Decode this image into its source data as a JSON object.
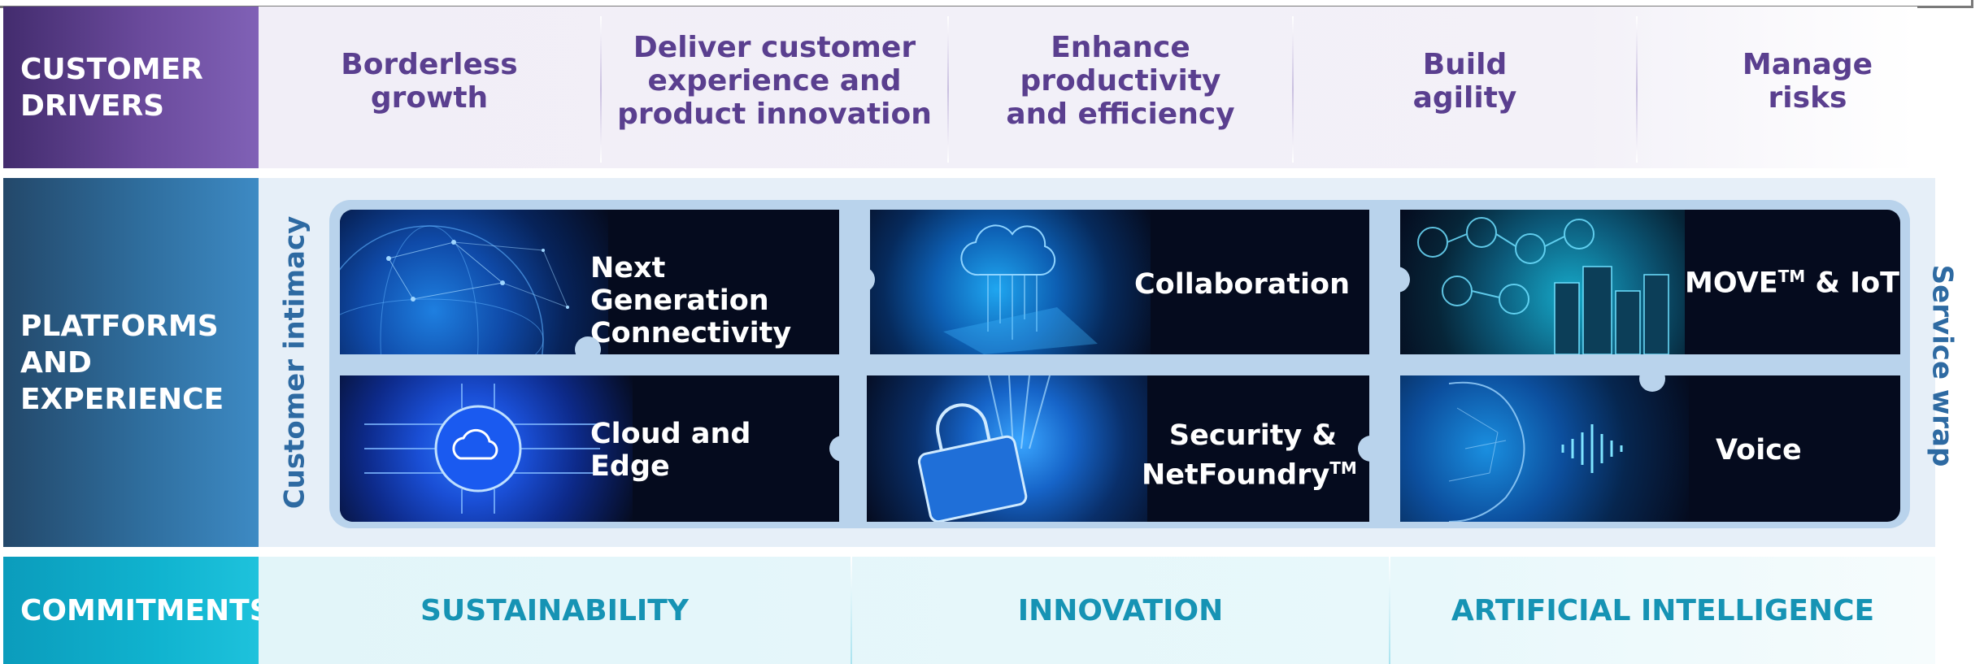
{
  "sections": {
    "drivers": "CUSTOMER\nDRIVERS",
    "platforms": "PLATFORMS\nAND\nEXPERIENCE",
    "commitments": "COMMITMENTS"
  },
  "customer_drivers": [
    "Borderless\ngrowth",
    "Deliver customer\nexperience and\nproduct innovation",
    "Enhance\nproductivity\nand efficiency",
    "Build\nagility",
    "Manage\nrisks"
  ],
  "platform_side_labels": {
    "left": "Customer intimacy",
    "right": "Service wrap"
  },
  "platforms": [
    {
      "label": "Next Generation\nConnectivity",
      "icon": "globe-network-icon"
    },
    {
      "label": "Collaboration",
      "icon": "cloud-data-icon"
    },
    {
      "label": "MOVE",
      "trademark": "TM",
      "suffix": " & IoT",
      "icon": "smart-city-icon"
    },
    {
      "label": "Cloud and\nEdge",
      "icon": "cloud-circuit-icon"
    },
    {
      "label": "Security &\nNetFoundry",
      "trademark": "TM",
      "icon": "padlock-icon"
    },
    {
      "label": "Voice",
      "icon": "face-soundwave-icon"
    }
  ],
  "commitments": [
    "SUSTAINABILITY",
    "INNOVATION",
    "ARTIFICIAL INTELLIGENCE"
  ],
  "colors": {
    "drivers_accent": "#5a3f8f",
    "platforms_accent": "#2e6aa2",
    "commitments_accent": "#1693b4"
  }
}
